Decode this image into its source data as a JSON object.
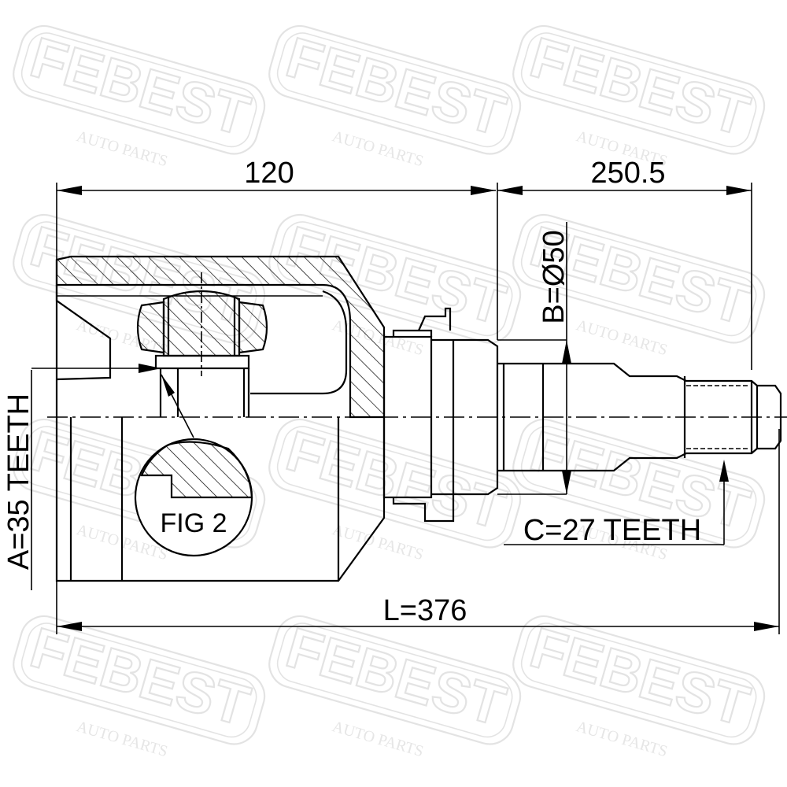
{
  "watermark": {
    "brand": "FEBEST",
    "sub": "AUTO PARTS",
    "color": "#e3e3e3"
  },
  "dimensions": {
    "top_left": "120",
    "top_right": "250.5",
    "diameter": "B=Ø50",
    "left_vertical": "A=35 TEETH",
    "right_teeth": "C=27 TEETH",
    "length": "L=376"
  },
  "figure_label": "FIG 2",
  "colors": {
    "line": "#000000",
    "background": "#ffffff"
  }
}
